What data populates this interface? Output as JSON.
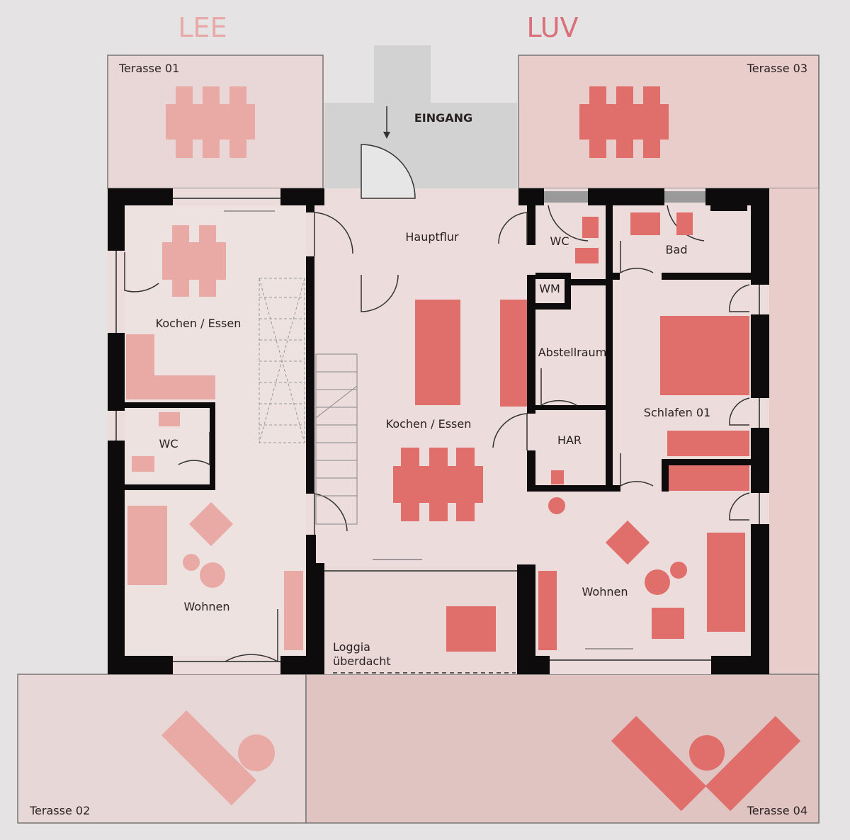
{
  "header": {
    "lee": "LEE",
    "luv": "LUV"
  },
  "colors": {
    "lee": "#e8aaa8",
    "luv": "#d9707a",
    "furniture_luv": "#e06e6a",
    "furniture_lee": "#e9aaa6",
    "wall": "#0d0b0b"
  },
  "entrance": "EINGANG",
  "terraces": {
    "t1": "Terasse 01",
    "t2": "Terasse 02",
    "t3": "Terasse 03",
    "t4": "Terasse 04"
  },
  "rooms": {
    "hauptflur": "Hauptflur",
    "wc_right": "WC",
    "bad": "Bad",
    "wm": "WM",
    "abstellraum": "Abstellraum",
    "kochen_left": "Kochen / Essen",
    "kochen_center": "Kochen / Essen",
    "wc_left": "WC",
    "har": "HAR",
    "schlafen": "Schlafen 01",
    "wohnen_left": "Wohnen",
    "wohnen_right": "Wohnen",
    "loggia_1": "Loggia",
    "loggia_2": "überdacht"
  }
}
